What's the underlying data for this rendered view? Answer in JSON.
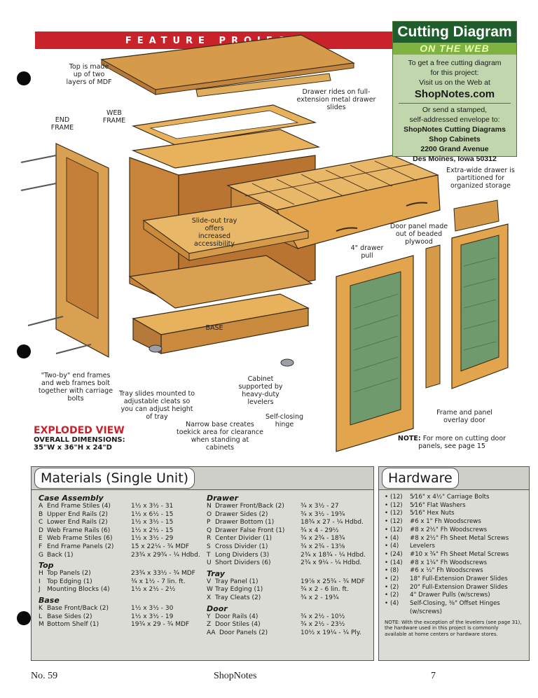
{
  "banner": {
    "feature": "FEATURE PROJECT"
  },
  "web": {
    "title": "Cutting Diagram",
    "subtitle": "ON THE WEB",
    "line1": "To get a free cutting diagram",
    "line2": "for this project:",
    "line3": "Visit us on the Web at",
    "site": "ShopNotes.com",
    "line4": "Or send a stamped,",
    "line5": "self-addressed envelope to:",
    "addr1": "ShopNotes Cutting Diagrams",
    "addr2": "Shop Cabinets",
    "addr3": "2200 Grand Avenue",
    "addr4": "Des Moines, Iowa 50312"
  },
  "labels": {
    "top": "Top is made up of two layers of MDF",
    "end_frame": "END FRAME",
    "web_frame": "WEB FRAME",
    "drawer_rides": "Drawer rides on full-extension metal drawer slides",
    "extra_wide": "Extra-wide drawer is partitioned for organized storage",
    "slide_out": "Slide-out tray offers increased accessibility",
    "door_panel": "Door panel made out of beaded plywood",
    "drawer_pull": "4\" drawer pull",
    "base": "BASE",
    "two_by": "\"Two-by\" end frames and web frames bolt together with carriage bolts",
    "tray_slides": "Tray slides mounted to adjustable cleats so you can adjust height of tray",
    "cabinet_supported": "Cabinet supported by heavy-duty levelers",
    "self_closing": "Self-closing hinge",
    "narrow_base": "Narrow base creates toekick area for clearance when standing at cabinets",
    "frame_panel": "Frame and panel overlay door"
  },
  "exploded": {
    "title": "EXPLODED VIEW",
    "overall": "OVERALL DIMENSIONS:",
    "dims": "35\"W x 36\"H x 24\"D"
  },
  "note": {
    "bold": "NOTE:",
    "text": " For more on cutting door panels, see page 15"
  },
  "materials": {
    "title": "Materials (Single Unit)",
    "left": [
      {
        "section": "Case Assembly",
        "rows": [
          {
            "k": "A",
            "name": "End Frame Stiles (4)",
            "dim": "1½ x 3½ - 31"
          },
          {
            "k": "B",
            "name": "Upper End Rails (2)",
            "dim": "1½ x 6½ - 15"
          },
          {
            "k": "C",
            "name": "Lower End Rails (2)",
            "dim": "1½ x 3½ - 15"
          },
          {
            "k": "D",
            "name": "Web Frame Rails (6)",
            "dim": "1½ x 2½ - 15"
          },
          {
            "k": "E",
            "name": "Web Frame Stiles (6)",
            "dim": "1½ x 3½ - 29"
          },
          {
            "k": "F",
            "name": "End Frame Panels (2)",
            "dim": "15 x 22¼ - ¾ MDF"
          },
          {
            "k": "G",
            "name": "Back (1)",
            "dim": "23¾ x 29¾ - ¼ Hdbd."
          }
        ]
      },
      {
        "section": "Top",
        "rows": [
          {
            "k": "H",
            "name": "Top Panels (2)",
            "dim": "23¾ x 33½ - ¾ MDF"
          },
          {
            "k": "I",
            "name": "Top Edging (1)",
            "dim": "¾ x 1½ - 7 lin. ft."
          },
          {
            "k": "J",
            "name": "Mounting Blocks (4)",
            "dim": "1½ x 2½ - 2½"
          }
        ]
      },
      {
        "section": "Base",
        "rows": [
          {
            "k": "K",
            "name": "Base Front/Back (2)",
            "dim": "1½ x 3½ - 30"
          },
          {
            "k": "L",
            "name": "Base Sides (2)",
            "dim": "1½ x 3½ - 19"
          },
          {
            "k": "M",
            "name": "Bottom Shelf (1)",
            "dim": "19¾ x 29 - ¾ MDF"
          }
        ]
      }
    ],
    "right": [
      {
        "section": "Drawer",
        "rows": [
          {
            "k": "N",
            "name": "Drawer Front/Back (2)",
            "dim": "¾ x 3½ - 27"
          },
          {
            "k": "O",
            "name": "Drawer Sides (2)",
            "dim": "¾ x 3½ - 19¾"
          },
          {
            "k": "P",
            "name": "Drawer Bottom (1)",
            "dim": "18¾ x 27 - ¼ Hdbd."
          },
          {
            "k": "Q",
            "name": "Drawer False Front (1)",
            "dim": "¾ x 4 - 29½"
          },
          {
            "k": "R",
            "name": "Center Divider (1)",
            "dim": "¾ x 2¾ - 18¾"
          },
          {
            "k": "S",
            "name": "Cross Divider (1)",
            "dim": "¾ x 2¾ - 13⅝"
          },
          {
            "k": "T",
            "name": "Long Dividers (3)",
            "dim": "2¾ x 18¾ - ¼ Hdbd."
          },
          {
            "k": "U",
            "name": "Short Dividers (6)",
            "dim": "2¾ x 9¼ - ¼ Hdbd."
          }
        ]
      },
      {
        "section": "Tray",
        "rows": [
          {
            "k": "V",
            "name": "Tray Panel (1)",
            "dim": "19⅞ x 25¾ - ¾ MDF"
          },
          {
            "k": "W",
            "name": "Tray Edging (1)",
            "dim": "¾ x 2 - 6 lin. ft."
          },
          {
            "k": "X",
            "name": "Tray Cleats (2)",
            "dim": "¾ x 2 - 19¾"
          }
        ]
      },
      {
        "section": "Door",
        "rows": [
          {
            "k": "Y",
            "name": "Door Rails (4)",
            "dim": "¾ x 2½ - 10½"
          },
          {
            "k": "Z",
            "name": "Door Stiles (4)",
            "dim": "¾ x 2½ - 23½"
          },
          {
            "k": "AA",
            "name": "Door Panels (2)",
            "dim": "10½ x 19¼ - ¼ Ply."
          }
        ]
      }
    ]
  },
  "hardware": {
    "title": "Hardware",
    "items": [
      {
        "q": "(12)",
        "t": "5⁄16\" x 4½\" Carriage Bolts"
      },
      {
        "q": "(12)",
        "t": "5⁄16\" Flat Washers"
      },
      {
        "q": "(12)",
        "t": "5⁄16\" Hex Nuts"
      },
      {
        "q": "(12)",
        "t": "#6 x 1\" Fh Woodscrews"
      },
      {
        "q": "(12)",
        "t": "#8 x 2½\" Fh Woodscrews"
      },
      {
        "q": "(4)",
        "t": "#8 x 2½\" Fh Sheet Metal Screws"
      },
      {
        "q": "(4)",
        "t": "Levelers"
      },
      {
        "q": "(24)",
        "t": "#10 x ¾\" Fh Sheet Metal Screws"
      },
      {
        "q": "(14)",
        "t": "#8 x 1¼\" Fh Woodscrews"
      },
      {
        "q": "(8)",
        "t": "#6 x ½\" Fh Woodscrews"
      },
      {
        "q": "(2)",
        "t": "18\" Full-Extension Drawer Slides"
      },
      {
        "q": "(2)",
        "t": "20\" Full-Extension Drawer Slides"
      },
      {
        "q": "(2)",
        "t": "4\" Drawer Pulls (w/screws)"
      },
      {
        "q": "(4)",
        "t": "Self-Closing, ⅜\" Offset Hinges"
      },
      {
        "q": "",
        "t": "(w/screws)"
      }
    ],
    "note": "NOTE: With the exception of the levelers (see page 31), the hardware used in this project is commonly available at home centers or hardware stores."
  },
  "footer": {
    "left": "No. 59",
    "center": "ShopNotes",
    "right": "7"
  }
}
